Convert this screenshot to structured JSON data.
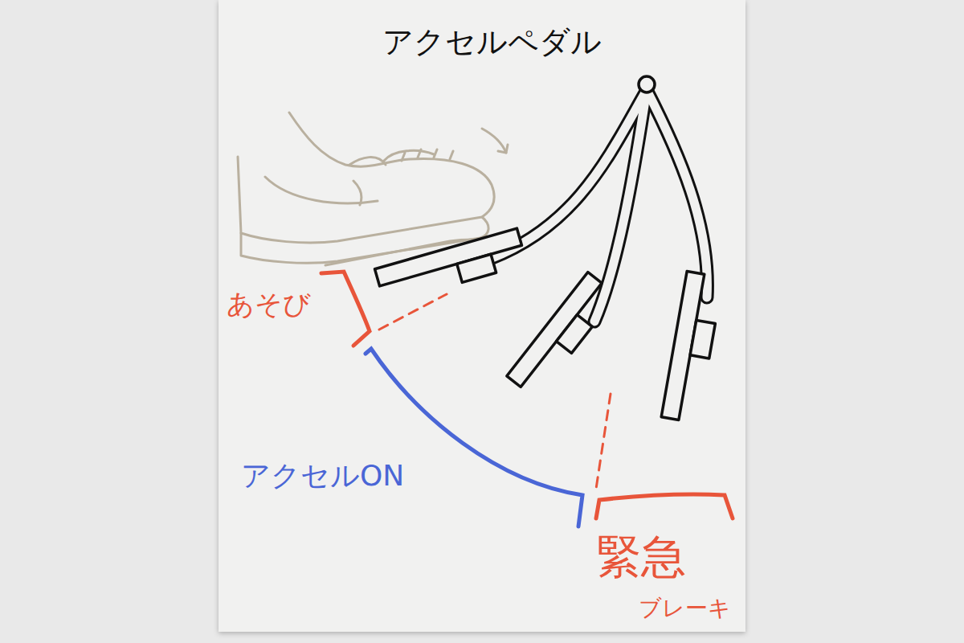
{
  "diagram": {
    "title": "アクセルペダル",
    "labels": [
      "あそび",
      "アクセルON",
      "緊急",
      "ブレーキ"
    ]
  }
}
